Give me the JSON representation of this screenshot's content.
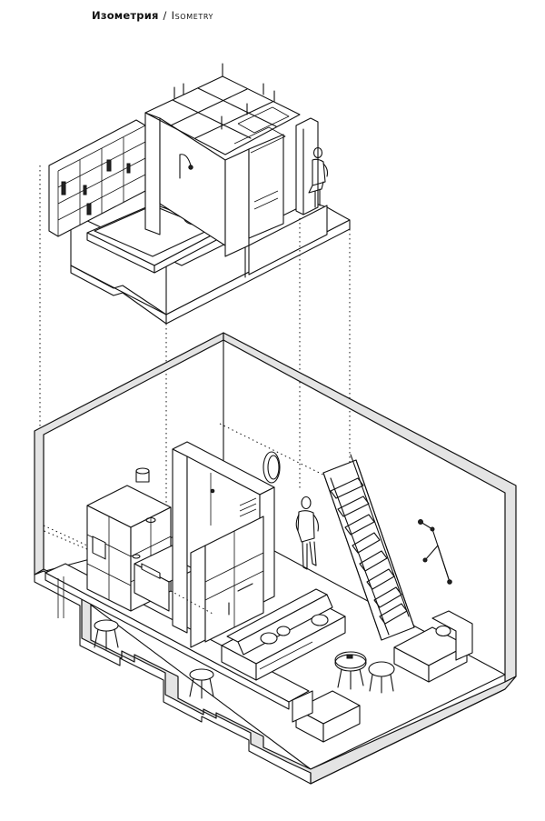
{
  "caption": {
    "title_ru": "Изометрия",
    "separator": "/",
    "title_en": "Isometry"
  },
  "drawing": {
    "upper_level": "mezzanine-bedroom",
    "lower_level": "studio-apartment"
  }
}
